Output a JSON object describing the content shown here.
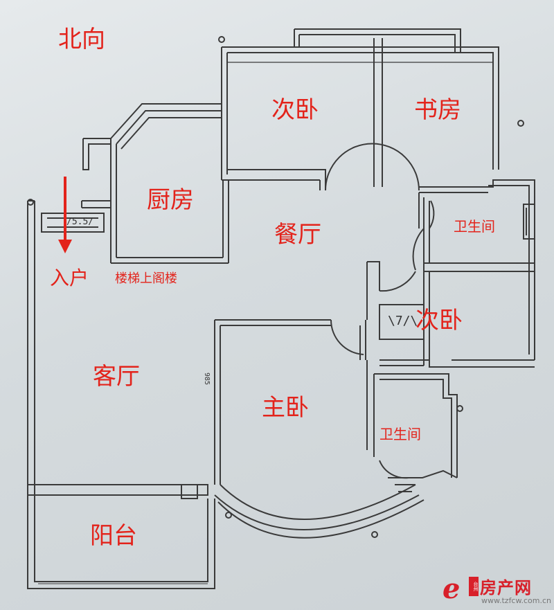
{
  "orientation_label": "北向",
  "entrance_label": "入户",
  "stair_note": "楼梯上阁楼",
  "rooms": {
    "second_bedroom_north": "次卧",
    "study": "书房",
    "kitchen": "厨房",
    "dining": "餐厅",
    "bathroom_east": "卫生间",
    "second_bedroom_east": "次卧",
    "living_room": "客厅",
    "master_bedroom": "主卧",
    "bathroom_master": "卫生间",
    "balcony": "阳台"
  },
  "handwritten": {
    "stair_marks": "/5.5/",
    "wall_dim": "985",
    "closet_mark": "\\7/\\"
  },
  "watermark": {
    "badge": "台州",
    "title": "房产网",
    "url": "www.tzfcw.com.cn"
  },
  "colors": {
    "label": "#e3231b",
    "arrow": "#e3231b",
    "wall": "#3a3a3a",
    "paper": "#dde2e4"
  }
}
